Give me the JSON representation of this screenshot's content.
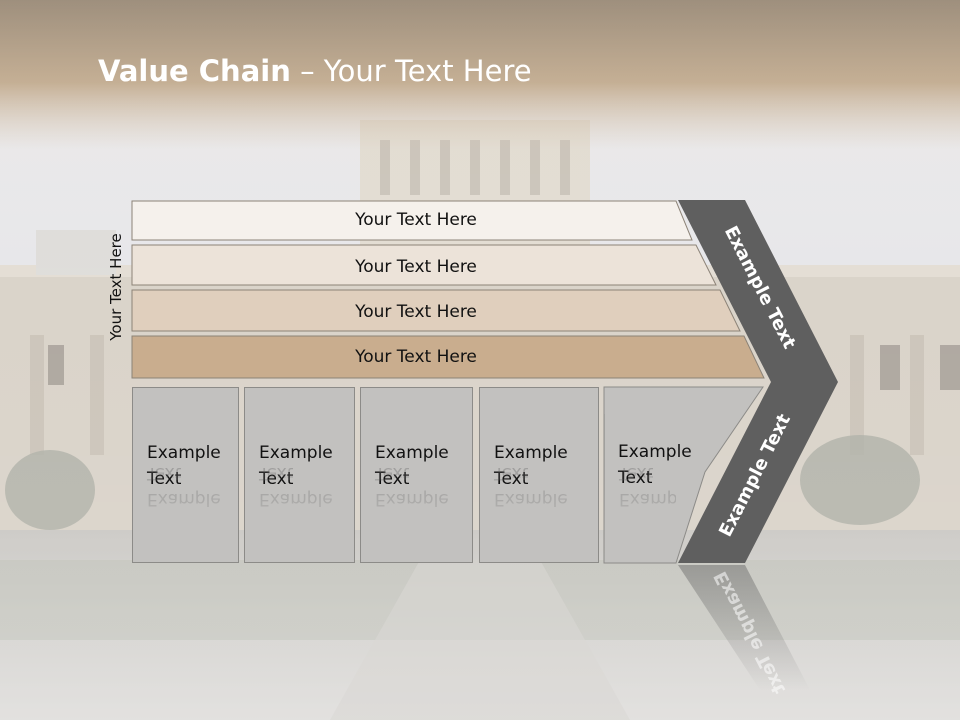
{
  "slide": {
    "title_bold": "Value Chain",
    "title_rest": " – Your Text Here",
    "vertical_label": "Your Text Here"
  },
  "bars": [
    {
      "label": "Your Text Here",
      "color": "#f5f1ec"
    },
    {
      "label": "Your Text Here",
      "color": "#ece3d9"
    },
    {
      "label": "Your Text Here",
      "color": "#e0cfbd"
    },
    {
      "label": "Your Text Here",
      "color": "#c9ad8e"
    }
  ],
  "cards": [
    {
      "line1": "Example",
      "line2": "Text"
    },
    {
      "line1": "Example",
      "line2": "Text"
    },
    {
      "line1": "Example",
      "line2": "Text"
    },
    {
      "line1": "Example",
      "line2": "Text"
    },
    {
      "line1": "Example",
      "line2": "Text"
    }
  ],
  "chevron": {
    "upper_label": "Example Text",
    "lower_label": "Example Text",
    "color": "#5f5f5f"
  },
  "colors": {
    "header_brown": "#8f7558",
    "sky": "#d8dcea",
    "building": "#cfc6b8"
  }
}
